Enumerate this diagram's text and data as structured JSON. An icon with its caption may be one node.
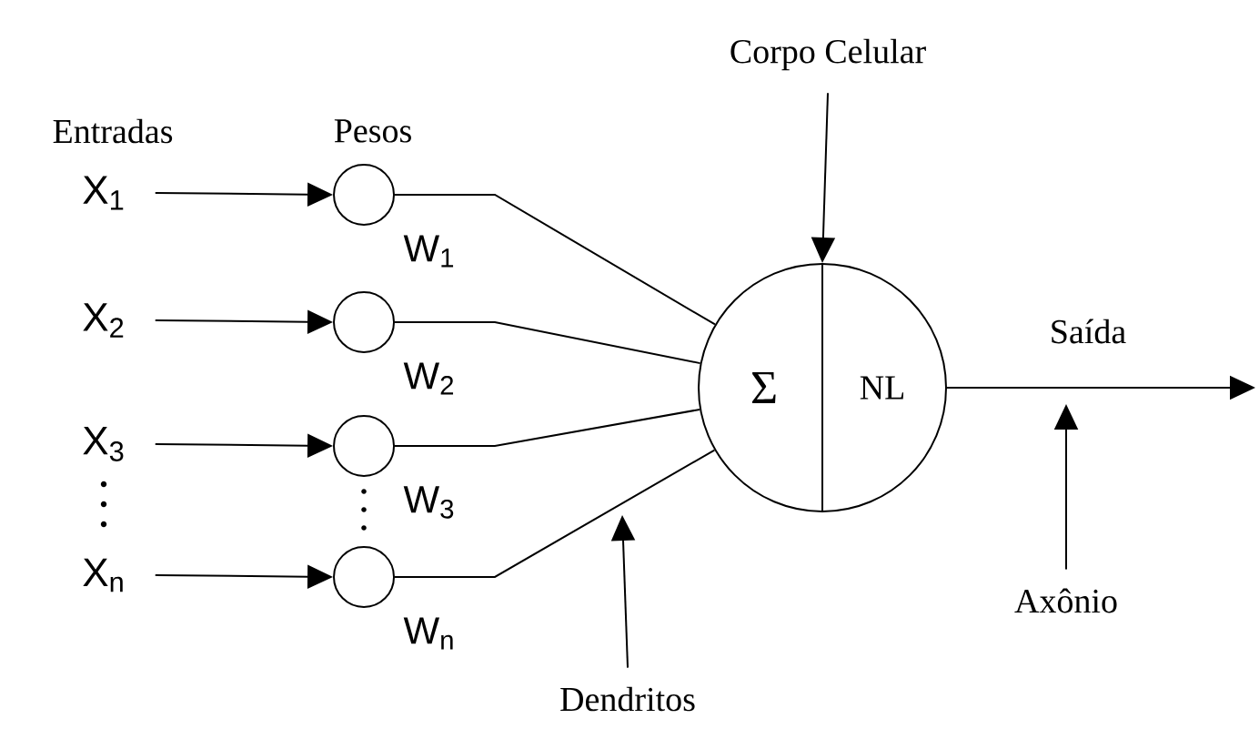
{
  "diagram": {
    "nodes": [
      {
        "text": [
          "X$_{1}$"
        ]
      },
      {
        "text": [
          "X$_{2}$"
        ]
      },
      {
        "text": [
          "X$_{3}$"
        ]
      },
      {
        "text": [
          "X$_{n}$"
        ]
      },
      {
        "text": [],
        "shape": "circle",
        "beside": [
          "W$_{1}$"
        ]
      },
      {
        "text": [],
        "shape": "circle",
        "beside": [
          "W$_{2}$"
        ]
      },
      {
        "text": [],
        "shape": "circle",
        "beside": [
          "W$_{3}$"
        ]
      },
      {
        "text": [],
        "shape": "circle",
        "beside": [
          "W$_{n}$"
        ]
      },
      {
        "text": [
          "Σ",
          "NL"
        ]
      },
      {
        "text": [
          "Corpo Celular"
        ]
      },
      {
        "text": [
          "Dendritos"
        ]
      },
      {
        "text": [
          "Axônio"
        ]
      }
    ],
    "edges": [
      {
        "from": 0,
        "to": 4,
        "arrow": "to"
      },
      {
        "from": 1,
        "to": 5,
        "arrow": "to"
      },
      {
        "from": 2,
        "to": 6,
        "arrow": "to"
      },
      {
        "from": 3,
        "to": 7,
        "arrow": "to"
      },
      {
        "from": 4,
        "to": 8,
        "arrow": "none"
      },
      {
        "from": 5,
        "to": 8,
        "arrow": "none"
      },
      {
        "from": 6,
        "to": 8,
        "arrow": "none"
      },
      {
        "from": 7,
        "to": 8,
        "arrow": "none"
      },
      {
        "from": 9,
        "to": 8,
        "arrow": "to"
      },
      {
        "from": 8,
        "to": null,
        "arrow": "to",
        "label": "Saída"
      },
      {
        "from": 10,
        "to": null,
        "arrow": "to"
      },
      {
        "from": 11,
        "to": null,
        "arrow": "to"
      }
    ],
    "labels": [
      "Entradas",
      "Pesos"
    ]
  }
}
